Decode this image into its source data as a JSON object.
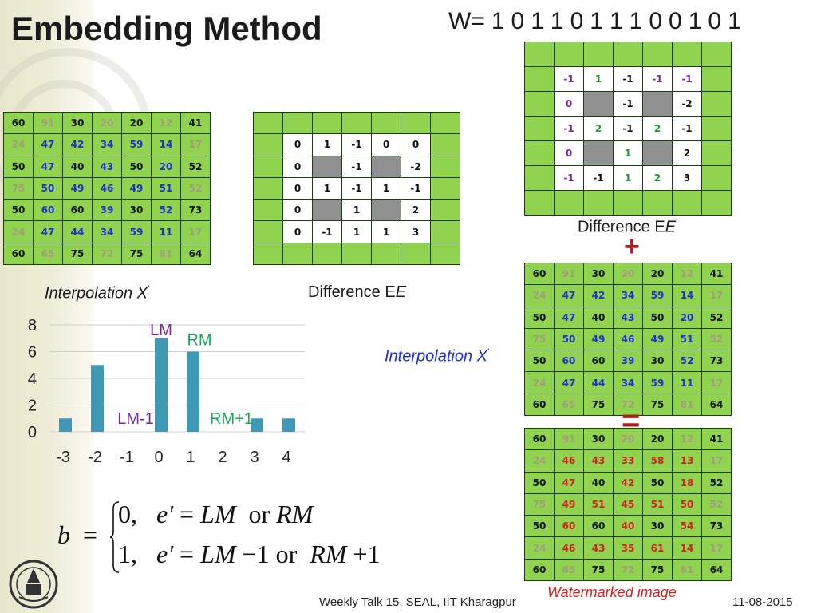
{
  "slide": {
    "title": "Embedding Method",
    "watermark_label": "W=",
    "watermark_bits": [
      "1",
      "0",
      "1",
      "1",
      "0",
      "1",
      "1",
      "1",
      "0",
      "0",
      "1",
      "0",
      "1"
    ],
    "label_interp_left": "Interpolation X",
    "label_interp_right": "Interpolation X",
    "prime": "’",
    "label_diff_e": "Difference E",
    "label_diff_eprime": "Difference E",
    "plus_symbol": "+",
    "equals_symbol": "=",
    "watermarked_label": "Watermarked image",
    "footer_center": "Weekly Talk 15, SEAL, IIT Kharagpur",
    "footer_date": "11-08-2015",
    "logo_icon": "iit-kgp-logo-icon"
  },
  "colors": {
    "grid_green": "#8fd34f",
    "grid_border": "#1f3d14",
    "dark_gray_cell": "#909090",
    "blue_value": "#1f2fd0",
    "gray_value": "#a59c80",
    "red_value": "#d42020",
    "purple_value": "#7a2aa0",
    "green_value": "#1f9a30",
    "black_value": "#111111",
    "bar_fill": "#3f98b6",
    "lm_label": "#7a2aa0",
    "rm_label": "#1aa560"
  },
  "interpolation_grid": [
    [
      {
        "v": "60",
        "c": "black_value"
      },
      {
        "v": "91",
        "c": "gray_value"
      },
      {
        "v": "30",
        "c": "black_value"
      },
      {
        "v": "20",
        "c": "gray_value"
      },
      {
        "v": "20",
        "c": "black_value"
      },
      {
        "v": "12",
        "c": "gray_value"
      },
      {
        "v": "41",
        "c": "black_value"
      }
    ],
    [
      {
        "v": "24",
        "c": "gray_value"
      },
      {
        "v": "47",
        "c": "blue_value"
      },
      {
        "v": "42",
        "c": "blue_value"
      },
      {
        "v": "34",
        "c": "blue_value"
      },
      {
        "v": "59",
        "c": "blue_value"
      },
      {
        "v": "14",
        "c": "blue_value"
      },
      {
        "v": "17",
        "c": "gray_value"
      }
    ],
    [
      {
        "v": "50",
        "c": "black_value"
      },
      {
        "v": "47",
        "c": "blue_value"
      },
      {
        "v": "40",
        "c": "black_value"
      },
      {
        "v": "43",
        "c": "blue_value"
      },
      {
        "v": "50",
        "c": "black_value"
      },
      {
        "v": "20",
        "c": "blue_value"
      },
      {
        "v": "52",
        "c": "black_value"
      }
    ],
    [
      {
        "v": "75",
        "c": "gray_value"
      },
      {
        "v": "50",
        "c": "blue_value"
      },
      {
        "v": "49",
        "c": "blue_value"
      },
      {
        "v": "46",
        "c": "blue_value"
      },
      {
        "v": "49",
        "c": "blue_value"
      },
      {
        "v": "51",
        "c": "blue_value"
      },
      {
        "v": "52",
        "c": "gray_value"
      }
    ],
    [
      {
        "v": "50",
        "c": "black_value"
      },
      {
        "v": "60",
        "c": "blue_value"
      },
      {
        "v": "60",
        "c": "black_value"
      },
      {
        "v": "39",
        "c": "blue_value"
      },
      {
        "v": "30",
        "c": "black_value"
      },
      {
        "v": "52",
        "c": "blue_value"
      },
      {
        "v": "73",
        "c": "black_value"
      }
    ],
    [
      {
        "v": "24",
        "c": "gray_value"
      },
      {
        "v": "47",
        "c": "blue_value"
      },
      {
        "v": "44",
        "c": "blue_value"
      },
      {
        "v": "34",
        "c": "blue_value"
      },
      {
        "v": "59",
        "c": "blue_value"
      },
      {
        "v": "11",
        "c": "blue_value"
      },
      {
        "v": "17",
        "c": "gray_value"
      }
    ],
    [
      {
        "v": "60",
        "c": "black_value"
      },
      {
        "v": "65",
        "c": "gray_value"
      },
      {
        "v": "75",
        "c": "black_value"
      },
      {
        "v": "72",
        "c": "gray_value"
      },
      {
        "v": "75",
        "c": "black_value"
      },
      {
        "v": "81",
        "c": "gray_value"
      },
      {
        "v": "64",
        "c": "black_value"
      }
    ]
  ],
  "watermarked_grid": [
    [
      {
        "v": "60",
        "c": "black_value"
      },
      {
        "v": "91",
        "c": "gray_value"
      },
      {
        "v": "30",
        "c": "black_value"
      },
      {
        "v": "20",
        "c": "gray_value"
      },
      {
        "v": "20",
        "c": "black_value"
      },
      {
        "v": "12",
        "c": "gray_value"
      },
      {
        "v": "41",
        "c": "black_value"
      }
    ],
    [
      {
        "v": "24",
        "c": "gray_value"
      },
      {
        "v": "46",
        "c": "red_value"
      },
      {
        "v": "43",
        "c": "red_value"
      },
      {
        "v": "33",
        "c": "red_value"
      },
      {
        "v": "58",
        "c": "red_value"
      },
      {
        "v": "13",
        "c": "red_value"
      },
      {
        "v": "17",
        "c": "gray_value"
      }
    ],
    [
      {
        "v": "50",
        "c": "black_value"
      },
      {
        "v": "47",
        "c": "red_value"
      },
      {
        "v": "40",
        "c": "black_value"
      },
      {
        "v": "42",
        "c": "red_value"
      },
      {
        "v": "50",
        "c": "black_value"
      },
      {
        "v": "18",
        "c": "red_value"
      },
      {
        "v": "52",
        "c": "black_value"
      }
    ],
    [
      {
        "v": "75",
        "c": "gray_value"
      },
      {
        "v": "49",
        "c": "red_value"
      },
      {
        "v": "51",
        "c": "red_value"
      },
      {
        "v": "45",
        "c": "red_value"
      },
      {
        "v": "51",
        "c": "red_value"
      },
      {
        "v": "50",
        "c": "red_value"
      },
      {
        "v": "52",
        "c": "gray_value"
      }
    ],
    [
      {
        "v": "50",
        "c": "black_value"
      },
      {
        "v": "60",
        "c": "red_value"
      },
      {
        "v": "60",
        "c": "black_value"
      },
      {
        "v": "40",
        "c": "red_value"
      },
      {
        "v": "30",
        "c": "black_value"
      },
      {
        "v": "54",
        "c": "red_value"
      },
      {
        "v": "73",
        "c": "black_value"
      }
    ],
    [
      {
        "v": "24",
        "c": "gray_value"
      },
      {
        "v": "46",
        "c": "red_value"
      },
      {
        "v": "43",
        "c": "red_value"
      },
      {
        "v": "35",
        "c": "red_value"
      },
      {
        "v": "61",
        "c": "red_value"
      },
      {
        "v": "14",
        "c": "red_value"
      },
      {
        "v": "17",
        "c": "gray_value"
      }
    ],
    [
      {
        "v": "60",
        "c": "black_value"
      },
      {
        "v": "65",
        "c": "gray_value"
      },
      {
        "v": "75",
        "c": "black_value"
      },
      {
        "v": "72",
        "c": "gray_value"
      },
      {
        "v": "75",
        "c": "black_value"
      },
      {
        "v": "81",
        "c": "gray_value"
      },
      {
        "v": "64",
        "c": "black_value"
      }
    ]
  ],
  "difference_e_grid": [
    [
      {
        "t": "g"
      },
      {
        "t": "g"
      },
      {
        "t": "g"
      },
      {
        "t": "g"
      },
      {
        "t": "g"
      },
      {
        "t": "g"
      },
      {
        "t": "g"
      }
    ],
    [
      {
        "t": "g"
      },
      {
        "t": "w",
        "v": "0",
        "c": "black_value"
      },
      {
        "t": "w",
        "v": "1",
        "c": "black_value"
      },
      {
        "t": "w",
        "v": "-1",
        "c": "black_value"
      },
      {
        "t": "w",
        "v": "0",
        "c": "black_value"
      },
      {
        "t": "w",
        "v": "0",
        "c": "black_value"
      },
      {
        "t": "g"
      }
    ],
    [
      {
        "t": "g"
      },
      {
        "t": "w",
        "v": "0",
        "c": "black_value"
      },
      {
        "t": "k"
      },
      {
        "t": "w",
        "v": "-1",
        "c": "black_value"
      },
      {
        "t": "k"
      },
      {
        "t": "w",
        "v": "-2",
        "c": "black_value"
      },
      {
        "t": "g"
      }
    ],
    [
      {
        "t": "g"
      },
      {
        "t": "w",
        "v": "0",
        "c": "black_value"
      },
      {
        "t": "w",
        "v": "1",
        "c": "black_value"
      },
      {
        "t": "w",
        "v": "-1",
        "c": "black_value"
      },
      {
        "t": "w",
        "v": "1",
        "c": "black_value"
      },
      {
        "t": "w",
        "v": "-1",
        "c": "black_value"
      },
      {
        "t": "g"
      }
    ],
    [
      {
        "t": "g"
      },
      {
        "t": "w",
        "v": "0",
        "c": "black_value"
      },
      {
        "t": "k"
      },
      {
        "t": "w",
        "v": "1",
        "c": "black_value"
      },
      {
        "t": "k"
      },
      {
        "t": "w",
        "v": "2",
        "c": "black_value"
      },
      {
        "t": "g"
      }
    ],
    [
      {
        "t": "g"
      },
      {
        "t": "w",
        "v": "0",
        "c": "black_value"
      },
      {
        "t": "w",
        "v": "-1",
        "c": "black_value"
      },
      {
        "t": "w",
        "v": "1",
        "c": "black_value"
      },
      {
        "t": "w",
        "v": "1",
        "c": "black_value"
      },
      {
        "t": "w",
        "v": "3",
        "c": "black_value"
      },
      {
        "t": "g"
      }
    ],
    [
      {
        "t": "g"
      },
      {
        "t": "g"
      },
      {
        "t": "g"
      },
      {
        "t": "g"
      },
      {
        "t": "g"
      },
      {
        "t": "g"
      },
      {
        "t": "g"
      }
    ]
  ],
  "difference_eprime_grid": [
    [
      {
        "t": "g"
      },
      {
        "t": "g"
      },
      {
        "t": "g"
      },
      {
        "t": "g"
      },
      {
        "t": "g"
      },
      {
        "t": "g"
      },
      {
        "t": "g"
      }
    ],
    [
      {
        "t": "g"
      },
      {
        "t": "w",
        "v": "-1",
        "c": "purple_value"
      },
      {
        "t": "w",
        "v": "1",
        "c": "green_value"
      },
      {
        "t": "w",
        "v": "-1",
        "c": "black_value"
      },
      {
        "t": "w",
        "v": "-1",
        "c": "purple_value"
      },
      {
        "t": "w",
        "v": "-1",
        "c": "purple_value"
      },
      {
        "t": "g"
      }
    ],
    [
      {
        "t": "g"
      },
      {
        "t": "w",
        "v": "0",
        "c": "purple_value"
      },
      {
        "t": "k"
      },
      {
        "t": "w",
        "v": "-1",
        "c": "black_value"
      },
      {
        "t": "k"
      },
      {
        "t": "w",
        "v": "-2",
        "c": "black_value"
      },
      {
        "t": "g"
      }
    ],
    [
      {
        "t": "g"
      },
      {
        "t": "w",
        "v": "-1",
        "c": "purple_value"
      },
      {
        "t": "w",
        "v": "2",
        "c": "green_value"
      },
      {
        "t": "w",
        "v": "-1",
        "c": "black_value"
      },
      {
        "t": "w",
        "v": "2",
        "c": "green_value"
      },
      {
        "t": "w",
        "v": "-1",
        "c": "black_value"
      },
      {
        "t": "g"
      }
    ],
    [
      {
        "t": "g"
      },
      {
        "t": "w",
        "v": "0",
        "c": "purple_value"
      },
      {
        "t": "k"
      },
      {
        "t": "w",
        "v": "1",
        "c": "green_value"
      },
      {
        "t": "k"
      },
      {
        "t": "w",
        "v": "2",
        "c": "black_value"
      },
      {
        "t": "g"
      }
    ],
    [
      {
        "t": "g"
      },
      {
        "t": "w",
        "v": "-1",
        "c": "purple_value"
      },
      {
        "t": "w",
        "v": "-1",
        "c": "black_value"
      },
      {
        "t": "w",
        "v": "1",
        "c": "green_value"
      },
      {
        "t": "w",
        "v": "2",
        "c": "green_value"
      },
      {
        "t": "w",
        "v": "3",
        "c": "black_value"
      },
      {
        "t": "g"
      }
    ],
    [
      {
        "t": "g"
      },
      {
        "t": "g"
      },
      {
        "t": "g"
      },
      {
        "t": "g"
      },
      {
        "t": "g"
      },
      {
        "t": "g"
      },
      {
        "t": "g"
      }
    ]
  ],
  "chart_data": {
    "type": "bar",
    "title": "",
    "xlabel": "",
    "ylabel": "",
    "categories": [
      "-3",
      "-2",
      "-1",
      "0",
      "1",
      "2",
      "3",
      "4"
    ],
    "values": [
      1,
      5,
      0,
      7,
      6,
      0,
      1,
      1
    ],
    "ylim": [
      0,
      8
    ],
    "yticks": [
      "0",
      "2",
      "4",
      "6",
      "8"
    ],
    "grid": true,
    "annotations": [
      {
        "text": "LM",
        "category": "0",
        "color": "lm_label"
      },
      {
        "text": "RM",
        "category": "1",
        "color": "rm_label"
      },
      {
        "text": "LM-1",
        "category": "-1",
        "color": "lm_label"
      },
      {
        "text": "RM+1",
        "category": "2",
        "color": "rm_label"
      }
    ]
  },
  "formula": {
    "lhs": "b",
    "eq": "=",
    "row1_value": "0,",
    "row1_condition_var": "e'",
    "row1_eq": "=",
    "row1_a": "LM",
    "row1_or": "or",
    "row1_b": "RM",
    "row2_value": "1,",
    "row2_condition_var": "e'",
    "row2_eq": "=",
    "row2_a": "LM",
    "row2_minus": "−1",
    "row2_or": "or",
    "row2_b": "RM",
    "row2_plus": "+1"
  }
}
